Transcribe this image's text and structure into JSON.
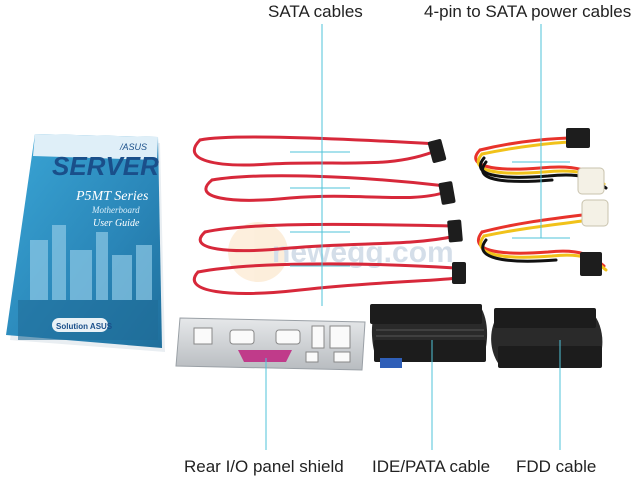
{
  "labels": {
    "sata_cables": "SATA cables",
    "sata_power_cables": "4-pin to SATA power cables",
    "rear_io_shield": "Rear I/O panel shield",
    "ide_pata_cable": "IDE/PATA cable",
    "fdd_cable": "FDD cable"
  },
  "manual": {
    "brand": "/ASUS",
    "product_line": "SERVER",
    "model": "P5MT Series",
    "subtitle": "Motherboard",
    "doc_title": "User Guide",
    "badge": "Solution ASUS"
  },
  "watermark": "newegg.com",
  "colors": {
    "callout_line": "#4fc3d9",
    "sata_red": "#d7283a",
    "manual_blue": "#2c8fbf",
    "ribbon_dark": "#2a2a2a"
  }
}
